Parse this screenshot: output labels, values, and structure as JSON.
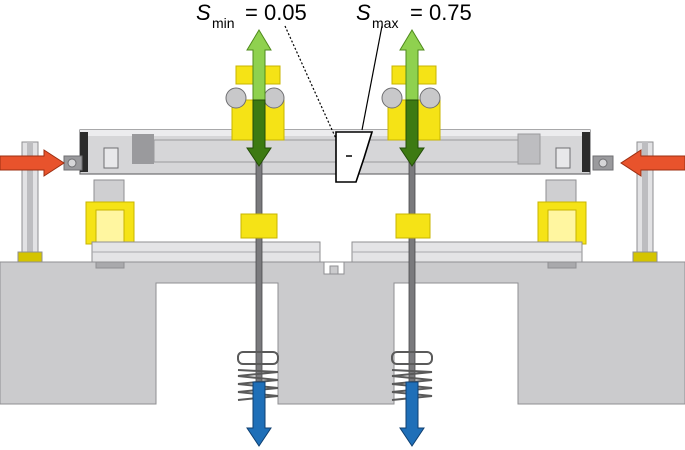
{
  "labels": {
    "s_min": {
      "symbol": "S",
      "subscript": "min",
      "value": "= 0.05"
    },
    "s_max": {
      "symbol": "S",
      "subscript": "max",
      "value": "= 0.75"
    }
  },
  "colors": {
    "frame": "#cfcfd1",
    "frame_stroke": "#8f8f92",
    "base": "#cbcbcd",
    "yellow": "#f5e316",
    "yellow_dark": "#c8b400",
    "green_light": "#8fd14f",
    "green_dark": "#3d7a12",
    "red_arrow": "#e8532c",
    "blue_arrow": "#1f6fb8",
    "spring": "#5a5a5a"
  },
  "icons": {
    "load_arrow_left": "right-arrow-icon",
    "load_arrow_right": "left-arrow-icon",
    "tension_arrow": "up-arrow-icon",
    "pull_arrow": "down-arrow-icon"
  }
}
